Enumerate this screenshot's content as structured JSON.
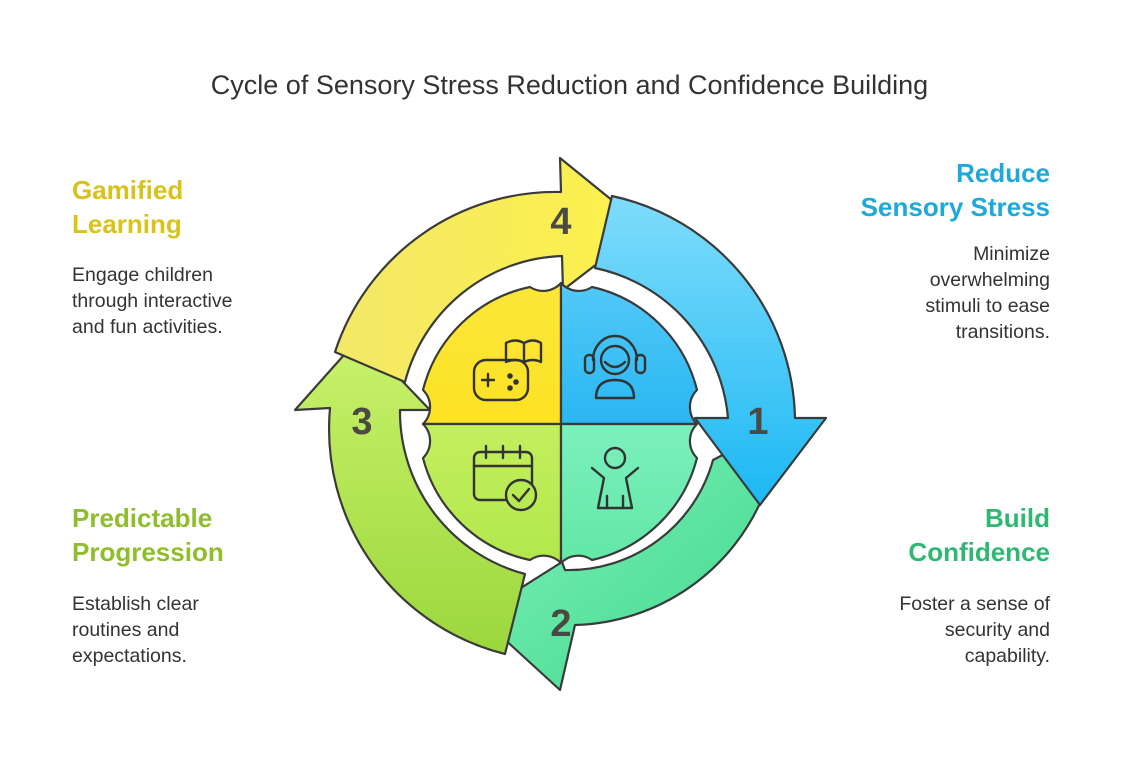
{
  "title": "Cycle of Sensory Stress Reduction and Confidence Building",
  "steps": [
    {
      "number": "1",
      "heading": "Reduce Sensory Stress",
      "heading_lines": [
        "Reduce",
        "Sensory Stress"
      ],
      "description_lines": [
        "Minimize",
        "overwhelming",
        "stimuli to ease",
        "transitions."
      ],
      "color": "#1fa9d8",
      "icon": "headphones-person-icon"
    },
    {
      "number": "2",
      "heading": "Build Confidence",
      "heading_lines": [
        "Build",
        "Confidence"
      ],
      "description_lines": [
        "Foster a sense of",
        "security and",
        "capability."
      ],
      "color": "#2fb872",
      "icon": "happy-child-icon"
    },
    {
      "number": "3",
      "heading": "Predictable Progression",
      "heading_lines": [
        "Predictable",
        "Progression"
      ],
      "description_lines": [
        "Establish clear",
        "routines and",
        "expectations."
      ],
      "color": "#8fbe2c",
      "icon": "calendar-check-icon"
    },
    {
      "number": "4",
      "heading": "Gamified Learning",
      "heading_lines": [
        "Gamified",
        "Learning"
      ],
      "description_lines": [
        "Engage children",
        "through interactive",
        "and fun activities."
      ],
      "color": "#d9c21a",
      "icon": "gamepad-book-icon"
    }
  ]
}
